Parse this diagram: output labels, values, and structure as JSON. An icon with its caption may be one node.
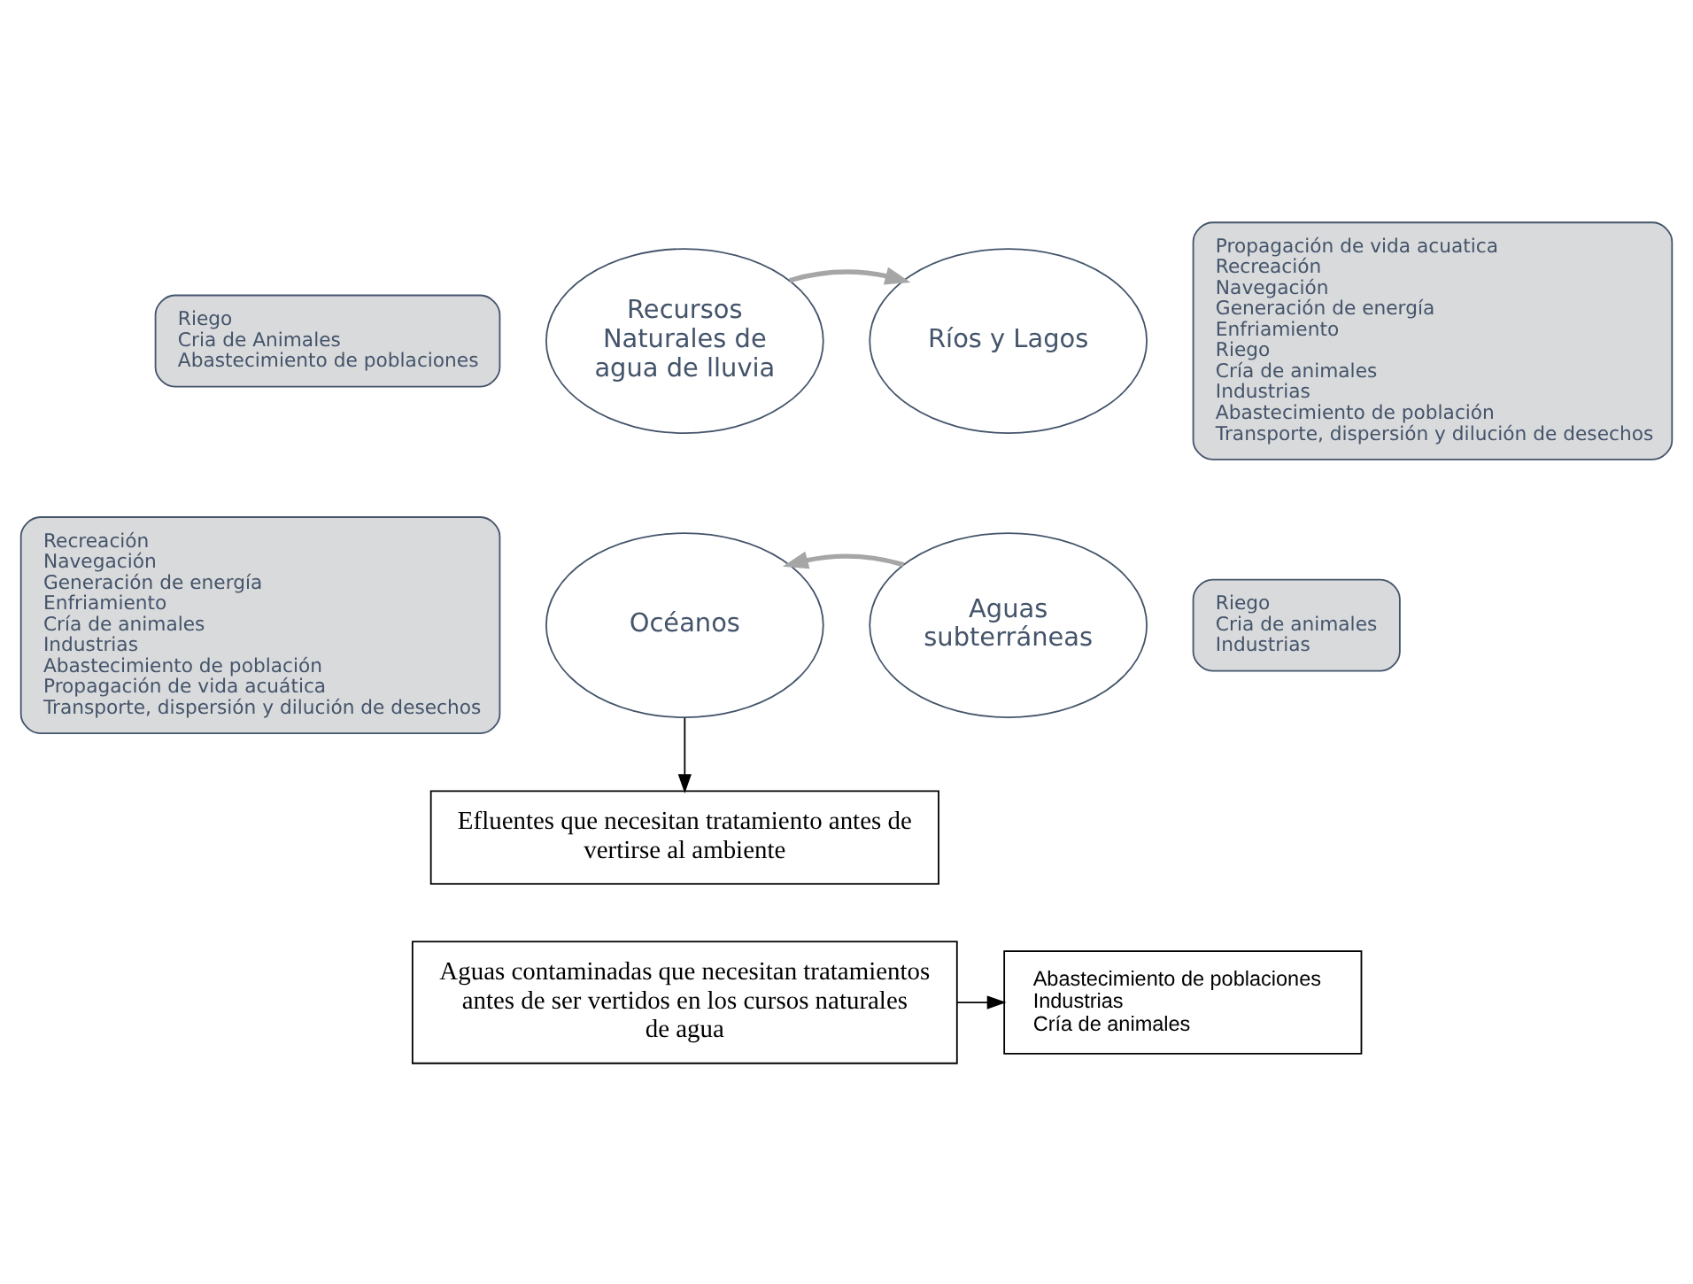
{
  "diagram": {
    "nodes": [
      {
        "text": [
          "Recursos Naturales de agua de lluvia"
        ]
      },
      {
        "text": [
          "Ríos y Lagos"
        ]
      },
      {
        "text": [
          "Océanos"
        ]
      },
      {
        "text": [
          "Aguas subterráneas"
        ]
      },
      {
        "text": [
          "Riego",
          "Cria de Animales",
          "Abastecimiento de poblaciones"
        ]
      },
      {
        "text": [
          "Propagación de vida acuatica",
          "Recreación",
          "Navegación",
          "Generación de energía",
          "Enfriamiento",
          "Riego",
          "Cría de animales",
          "Industrias",
          "Abastecimiento de población",
          "Transporte, dispersión y dilución de desechos"
        ]
      },
      {
        "text": [
          "Recreación",
          "Navegación",
          "Generación de energía",
          "Enfriamiento",
          "Cría de animales",
          "Industrias",
          "Abastecimiento de población",
          "Propagación de vida acuática",
          "Transporte, dispersión y dilución de desechos"
        ]
      },
      {
        "text": [
          "Riego",
          "Cria de animales",
          "Industrias"
        ]
      },
      {
        "text": [
          "Efluentes que necesitan tratamiento antes de vertirse al ambiente"
        ]
      },
      {
        "text": [
          "Aguas contaminadas que necesitan tratamientos antes de ser vertidos en los cursos naturales de agua"
        ]
      },
      {
        "text": [
          "Abastecimiento de poblaciones",
          "Industrias",
          "Cría de animales"
        ]
      }
    ],
    "edges": [
      {
        "from": 0,
        "to": 1,
        "arrow": "to",
        "style": "thick",
        "color": "#a6a6a6"
      },
      {
        "from": 3,
        "to": 2,
        "arrow": "to",
        "style": "thick",
        "color": "#a6a6a6"
      },
      {
        "from": 2,
        "to": 8,
        "arrow": "to",
        "color": "#000000"
      },
      {
        "from": 9,
        "to": 10,
        "arrow": "to",
        "color": "#000000"
      }
    ]
  }
}
